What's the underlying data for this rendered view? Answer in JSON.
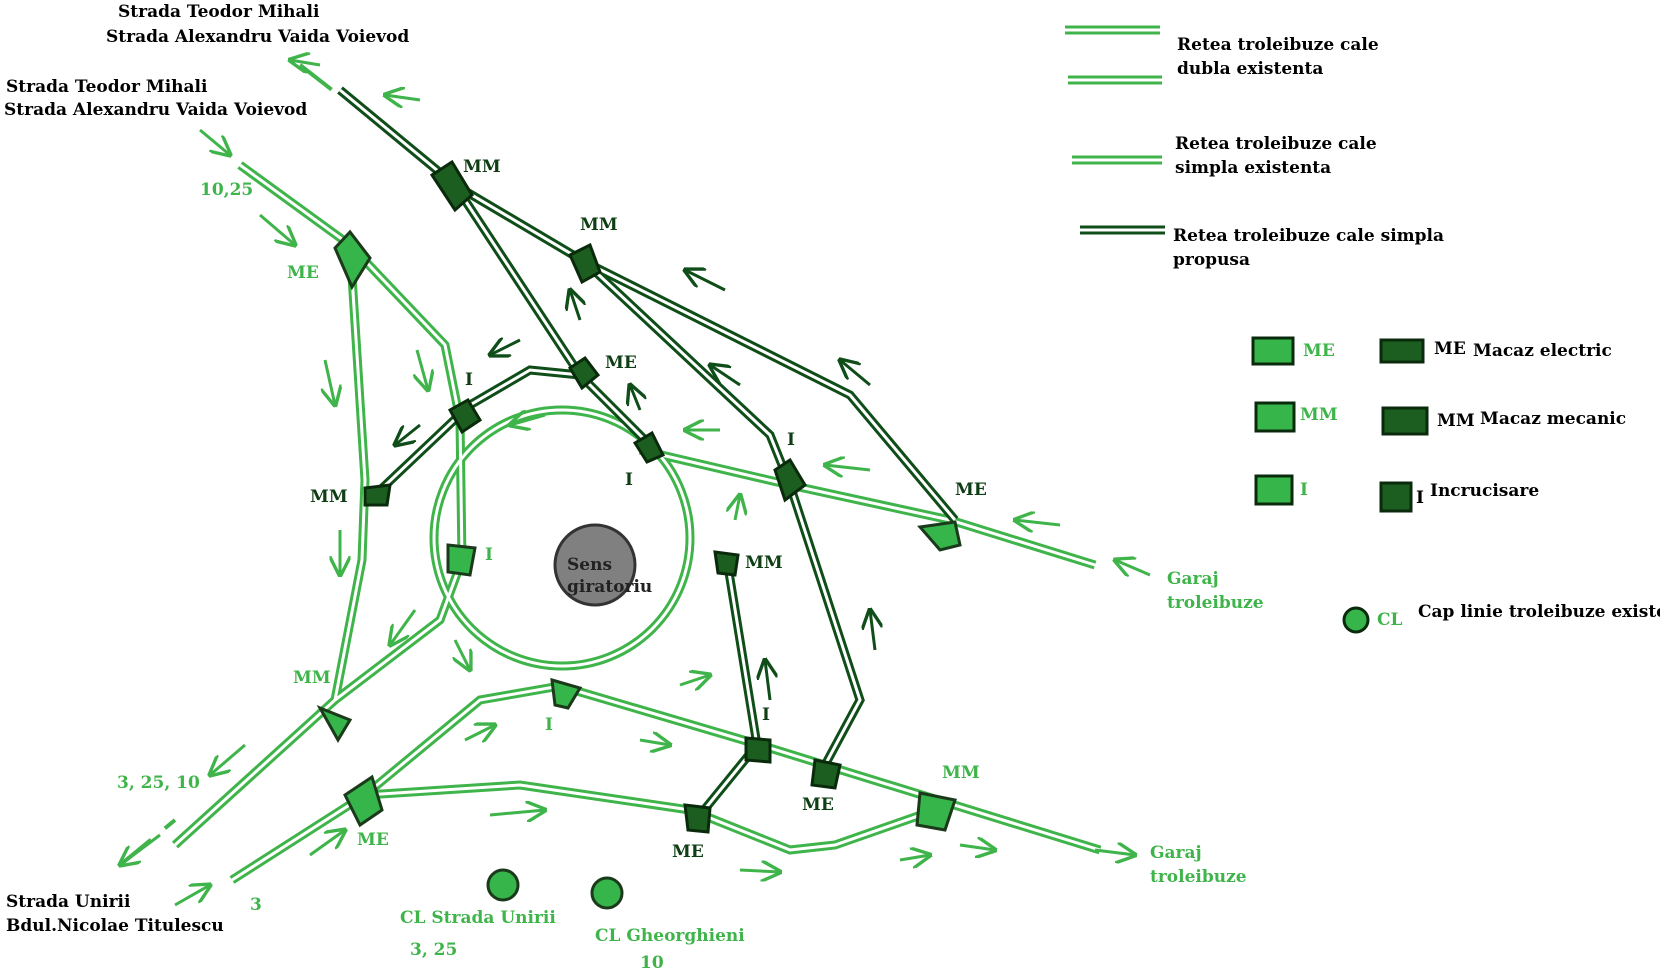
{
  "colors": {
    "existing": "#3fb44a",
    "proposed": "#0f4d19",
    "existing_fill": "#36b54a",
    "proposed_fill": "#1b5e20",
    "center": "#808080",
    "text": "#000000"
  },
  "street_labels": {
    "top_a_line1": "Strada Teodor Mihali",
    "top_a_line2": "Strada Alexandru Vaida Voievod",
    "top_b_line1": "Strada Teodor Mihali",
    "top_b_line2": "Strada Alexandru Vaida Voievod",
    "bottom_line1": "Strada Unirii",
    "bottom_line2": "Bdul.Nicolae Titulescu"
  },
  "route_labels": {
    "r_10_25": "10,25",
    "r_3_25_10": "3, 25, 10",
    "r_3": "3",
    "garaj1_line1": "Garaj",
    "garaj1_line2": "troleibuze",
    "garaj2_line1": "Garaj",
    "garaj2_line2": "troleibuze"
  },
  "center": {
    "line1": "Sens",
    "line2": "giratoriu"
  },
  "terminals": [
    {
      "name": "CL Strada Unirii",
      "routes": "3, 25"
    },
    {
      "name": "CL Gheorghieni",
      "routes": "10"
    }
  ],
  "node_labels": {
    "mm_top": "MM",
    "mm_mid": "MM",
    "me_dark_top": "ME",
    "i_dark_left": "I",
    "i_dark_ring": "I",
    "i_dark_right": "I",
    "me_dark_right": "ME",
    "mm_dark_left": "MM",
    "mm_dark_right": "MM",
    "i_dark_bottom": "I",
    "me_dark_bottom": "ME",
    "me_dark_bottom2": "ME",
    "me_green_top": "ME",
    "i_green_left": "I",
    "mm_green_left": "MM",
    "i_green_bottom": "I",
    "me_green_bottom": "ME",
    "mm_green_right": "MM"
  },
  "legend": {
    "lines": [
      {
        "text1": "Retea troleibuze cale",
        "text2": "dubla existenta"
      },
      {
        "text1": "Retea troleibuze cale",
        "text2": "simpla existenta"
      },
      {
        "text1": "Retea troleibuze cale simpla",
        "text2": "propusa"
      }
    ],
    "symbols": [
      {
        "abbr_green": "ME",
        "abbr_dark": "ME",
        "desc": "Macaz electric"
      },
      {
        "abbr_green": "MM",
        "abbr_dark": "MM",
        "desc": "Macaz mecanic"
      },
      {
        "abbr_green": "I",
        "abbr_dark": "I",
        "desc": "Incrucisare"
      },
      {
        "abbr_green": "CL",
        "desc": "Cap linie troleibuze existent"
      }
    ]
  }
}
